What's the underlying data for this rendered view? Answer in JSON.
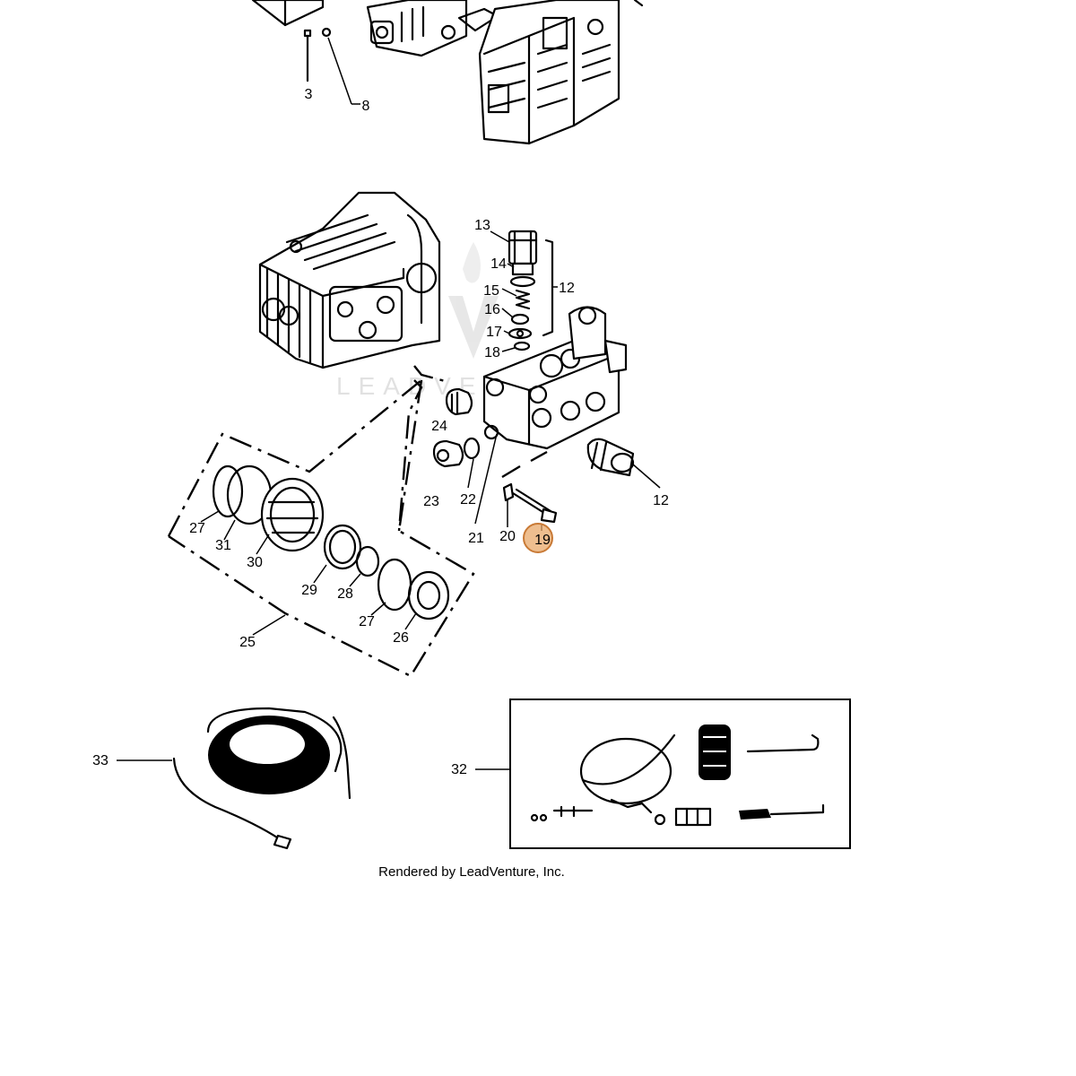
{
  "callouts": {
    "c3": "3",
    "c8": "8",
    "c12a": "12",
    "c12b": "12",
    "c13": "13",
    "c14": "14",
    "c15": "15",
    "c16": "16",
    "c17": "17",
    "c18": "18",
    "c19": "19",
    "c20": "20",
    "c21": "21",
    "c22": "22",
    "c23": "23",
    "c24": "24",
    "c25": "25",
    "c26": "26",
    "c27a": "27",
    "c27b": "27",
    "c28": "28",
    "c29": "29",
    "c30": "30",
    "c31": "31",
    "c32": "32",
    "c33": "33"
  },
  "watermark": "LEADVENTURE",
  "credit": "Rendered by LeadVenture, Inc.",
  "highlight_color": "#e8a86a"
}
